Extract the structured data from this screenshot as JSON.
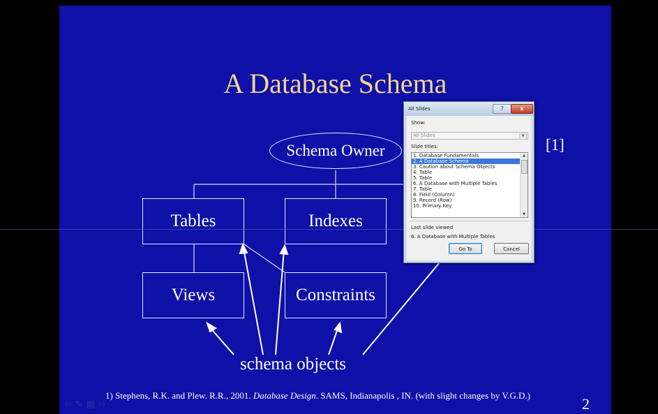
{
  "slide": {
    "title": "A Database Schema",
    "owner": "Schema Owner",
    "boxes": {
      "tables": "Tables",
      "indexes": "Indexes",
      "views": "Views",
      "constraints": "Constraints"
    },
    "objects_label": "schema objects",
    "ref": "[1]",
    "citation": {
      "prefix": "1) Stephens, R.K. and Plew. R.R., 2001. ",
      "book": "Database Design",
      "suffix": ". SAMS, Indianapolis , IN. (with slight changes by V.G.D.)"
    },
    "page_number": "2",
    "nav_icons": [
      "back-icon",
      "pen-icon",
      "menu-icon",
      "forward-icon"
    ]
  },
  "dialog": {
    "title": "All Slides",
    "help": "?",
    "close": "x",
    "show_label": "Show:",
    "show_value": "All Slides",
    "slide_titles_label": "Slide titles:",
    "slide_titles": [
      "1. Database Fundamentals",
      "2. A Database Schema",
      "3. Caution about Schema Objects",
      "4. Table",
      "5. Table",
      "6. A Database with Multiple Tables",
      "7. Table",
      "8. Field (Column)",
      "9. Record (Row)",
      "10. Primary Key"
    ],
    "selected_index": 1,
    "last_viewed_label": "Last slide viewed",
    "last_viewed_value": "6. A Database with Multiple Tables",
    "goto_label": "Go To",
    "cancel_label": "Cancel"
  }
}
